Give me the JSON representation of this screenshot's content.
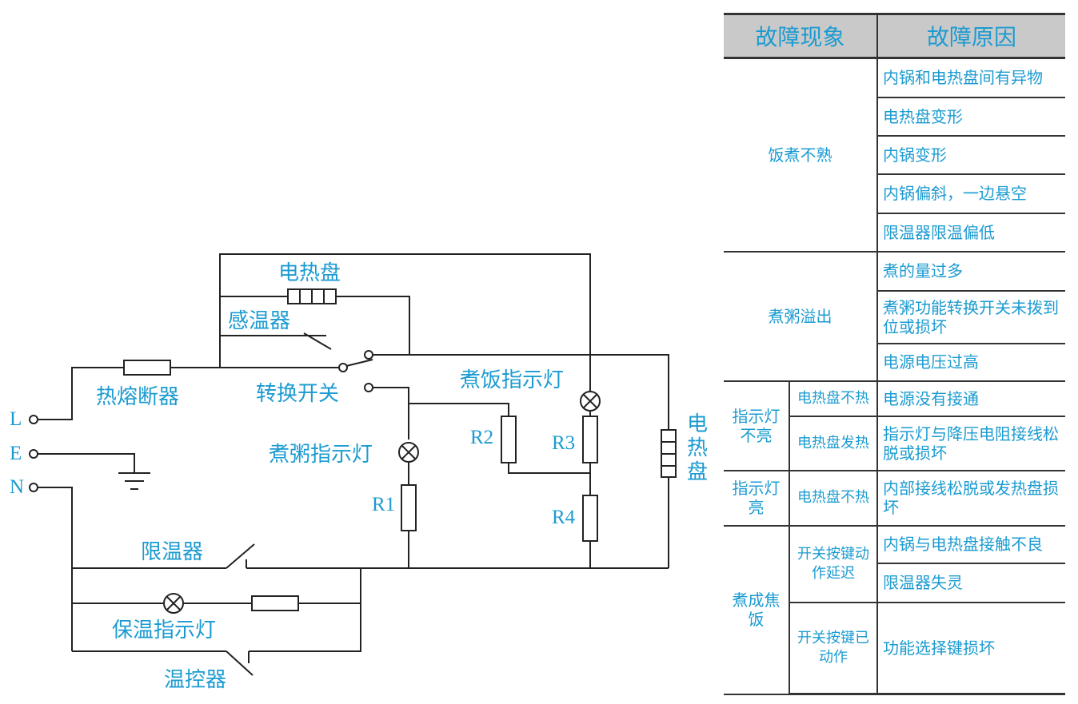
{
  "circuit": {
    "labels": {
      "heating_plate_top": "电热盘",
      "thermo_sensor": "感温器",
      "thermal_fuse": "热熔断器",
      "switch": "转换开关",
      "rice_lamp": "煮饭指示灯",
      "porridge_lamp": "煮粥指示灯",
      "heating_plate_side": "电热盘",
      "temp_limiter": "限温器",
      "warm_lamp": "保温指示灯",
      "thermostat": "温控器",
      "terminal_l": "L",
      "terminal_e": "E",
      "terminal_n": "N",
      "r1": "R1",
      "r2": "R2",
      "r3": "R3",
      "r4": "R4"
    }
  },
  "table": {
    "header": {
      "symptom": "故障现象",
      "cause": "故障原因"
    },
    "groups": [
      {
        "symptom": "饭煮不熟",
        "causes": [
          "内锅和电热盘间有异物",
          "电热盘变形",
          "内锅变形",
          "内锅偏斜，一边悬空",
          "限温器限温偏低"
        ]
      },
      {
        "symptom": "煮粥溢出",
        "causes": [
          "煮的量过多",
          "煮粥功能转换开关未拨到位或损坏",
          "电源电压过高"
        ]
      },
      {
        "symptom": "指示灯不亮",
        "sub": [
          {
            "condition": "电热盘不热",
            "causes": [
              "电源没有接通"
            ]
          },
          {
            "condition": "电热盘发热",
            "causes": [
              "指示灯与降压电阻接线松脱或损坏"
            ]
          }
        ]
      },
      {
        "symptom": "指示灯亮",
        "sub": [
          {
            "condition": "电热盘不热",
            "causes": [
              "内部接线松脱或发热盘损坏"
            ]
          }
        ]
      },
      {
        "symptom": "煮成焦饭",
        "sub": [
          {
            "condition": "开关按键动作延迟",
            "causes": [
              "内锅与电热盘接触不良",
              "限温器失灵"
            ]
          },
          {
            "condition": "开关按键已动作",
            "causes": [
              "功能选择键损坏"
            ]
          }
        ]
      }
    ]
  }
}
